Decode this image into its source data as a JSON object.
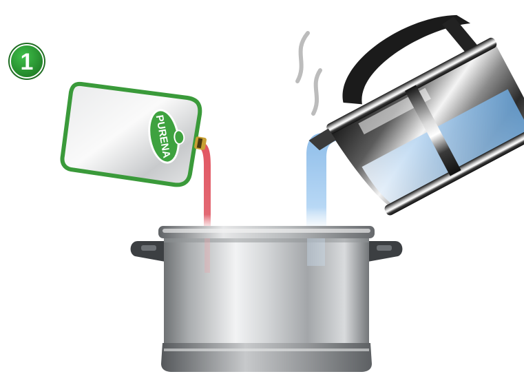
{
  "step": {
    "number": "1"
  },
  "pouch": {
    "brand": "PURENA"
  },
  "colors": {
    "brand_green": "#3a9a3a",
    "badge_green": "#2f9e36",
    "sauce_red": "#d9535f",
    "water_blue": "#a9cdf0",
    "steam_gray": "#b8b8b8"
  },
  "icons": {
    "step_badge": "step-number-badge",
    "leaf": "leaf-icon"
  }
}
